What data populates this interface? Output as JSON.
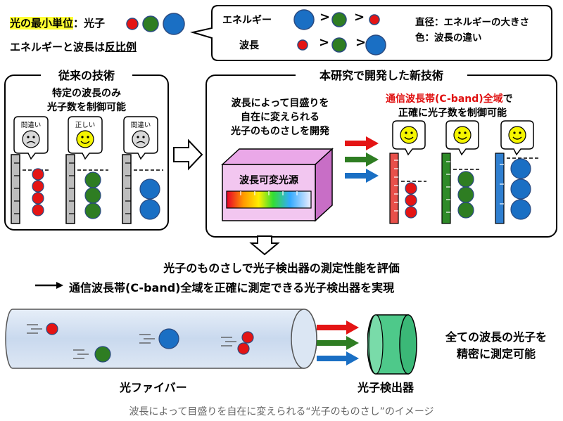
{
  "header": {
    "smallest_unit_label": "光の最小単位",
    "smallest_unit_colon": "：光子",
    "inverse_text_a": "エネルギーと波長は",
    "inverse_text_b": "反比例"
  },
  "legend": {
    "energy_label": "エネルギー",
    "wavelength_label": "波長",
    "gt": ">",
    "diameter_note": "直径：エネルギーの大きさ",
    "color_note": "色：波長の違い"
  },
  "conventional": {
    "title": "従来の技術",
    "subtitle_line1": "特定の波長のみ",
    "subtitle_line2": "光子数を制御可能",
    "bubble_wrong_1": "間違い",
    "bubble_right": "正しい",
    "bubble_wrong_2": "間違い"
  },
  "new_tech": {
    "title": "本研究で開発した新技術",
    "desc_line1": "波長によって目盛りを",
    "desc_line2": "自在に変えられる",
    "desc_line3": "光子のものさしを開発",
    "source_label": "波長可変光源",
    "cband_red": "通信波長帯(C-band)全域",
    "cband_tail": "で",
    "cband_line2": "正確に光子数を制御可能"
  },
  "evaluation": {
    "line1": "光子のものさしで光子検出器の測定性能を評価",
    "line2": "通信波長帯(C-band)全域を正確に測定できる光子検出器を実現"
  },
  "bottom": {
    "fiber_label": "光ファイバー",
    "detector_label": "光子検出器",
    "result_line1": "全ての波長の光子を",
    "result_line2": "精密に測定可能"
  },
  "caption": "波長によって目盛りを自在に変えられる“光子のものさし”のイメージ",
  "colors": {
    "red_photon": "#e41414",
    "green_photon": "#2e7d22",
    "blue_photon": "#1a6fc4",
    "highlight": "#ffff33",
    "cband_red": "#e01010"
  }
}
